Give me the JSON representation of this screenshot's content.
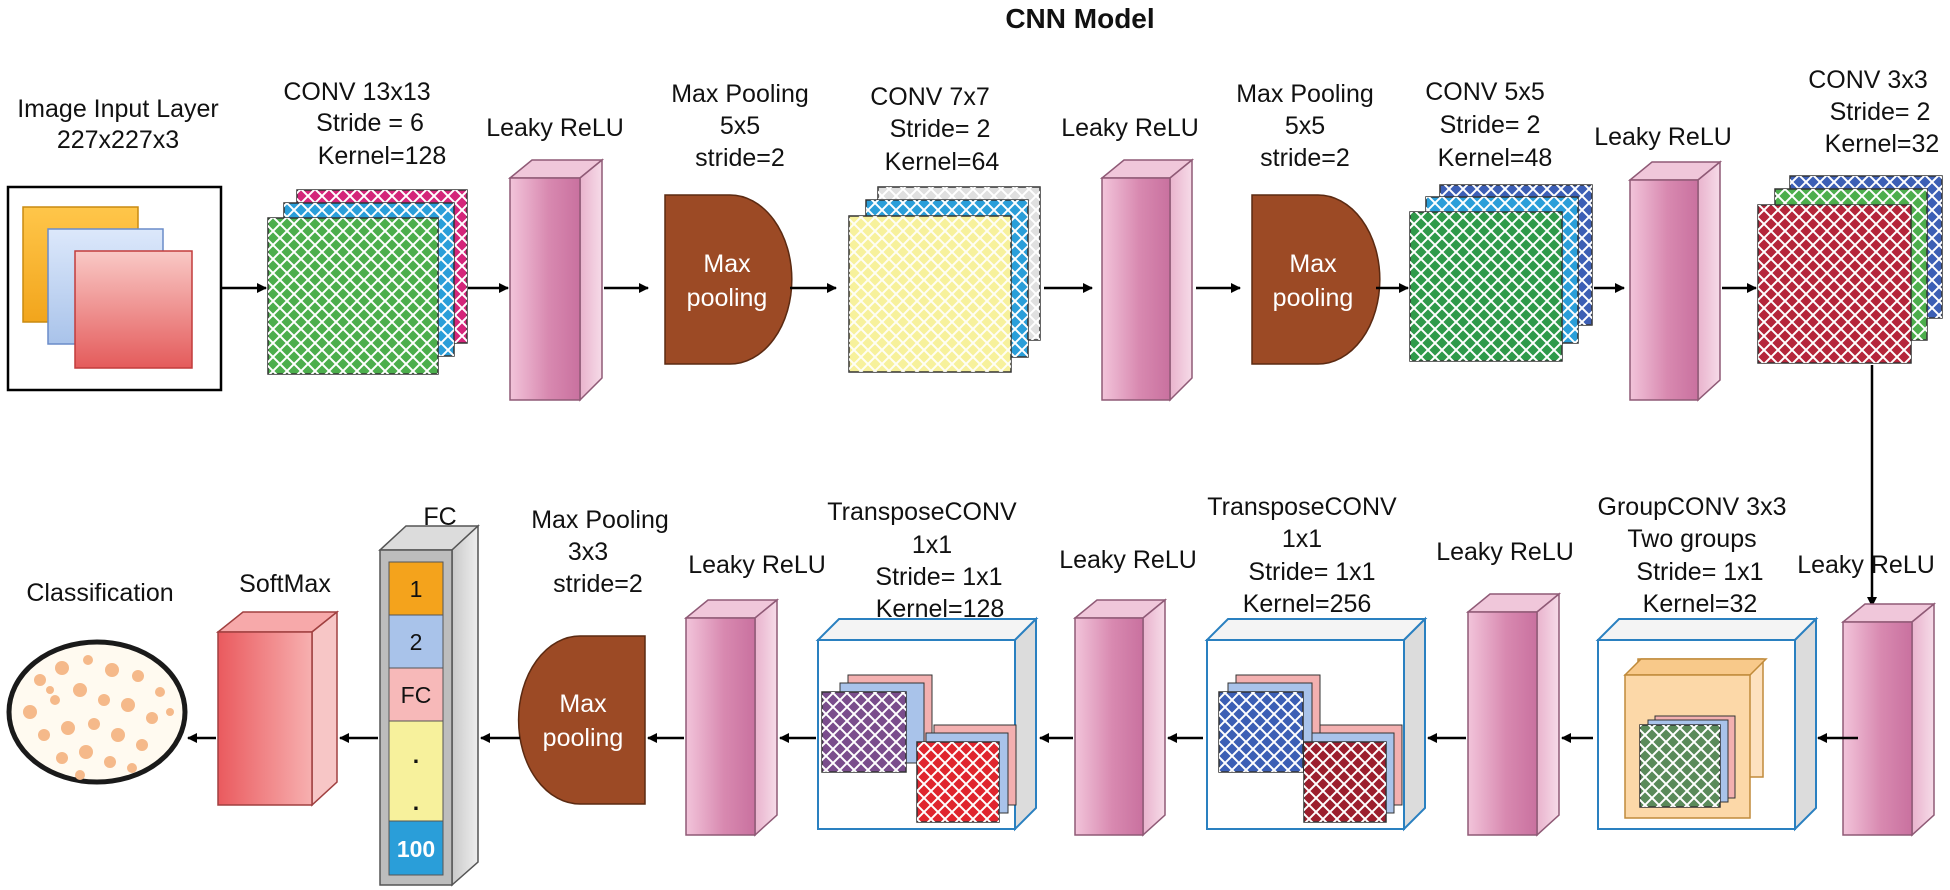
{
  "title": "CNN Model",
  "stages_top": {
    "input": [
      "Image Input Layer",
      "227x227x3"
    ],
    "conv1": [
      "CONV 13x13",
      "Stride = 6",
      "Kernel=128"
    ],
    "relu1": [
      "Leaky ReLU"
    ],
    "pool1": [
      "Max Pooling",
      "5x5",
      "stride=2"
    ],
    "conv2": [
      "CONV 7x7",
      "Stride= 2",
      "Kernel=64"
    ],
    "relu2": [
      "Leaky ReLU"
    ],
    "pool2": [
      "Max Pooling",
      "5x5",
      "stride=2"
    ],
    "conv3": [
      "CONV 5x5",
      "Stride= 2",
      "Kernel=48"
    ],
    "relu3": [
      "Leaky ReLU"
    ],
    "conv4": [
      "CONV 3x3",
      "Stride= 2",
      "Kernel=32"
    ]
  },
  "stages_bottom": {
    "relu4": [
      "Leaky ReLU"
    ],
    "groupconv": [
      "GroupCONV 3x3",
      "Two groups",
      "Stride= 1x1",
      "Kernel=32"
    ],
    "relu5": [
      "Leaky ReLU"
    ],
    "tconv1": [
      "TransposeCONV",
      "1x1",
      "Stride= 1x1",
      "Kernel=256"
    ],
    "relu6": [
      "Leaky ReLU"
    ],
    "tconv2": [
      "TransposeCONV",
      "1x1",
      "Stride= 1x1",
      "Kernel=128"
    ],
    "relu7": [
      "Leaky ReLU"
    ],
    "pool3": [
      "Max Pooling",
      "3x3",
      "stride=2"
    ],
    "fc": [
      "FC"
    ],
    "softmax": [
      "SoftMax"
    ],
    "classification": [
      "Classification"
    ]
  },
  "max_pooling_shape_label": [
    "Max",
    "pooling"
  ],
  "fc_cells": [
    "1",
    "2",
    "FC",
    ".",
    ".",
    "100"
  ],
  "colors": {
    "relu": "#e9a3c4",
    "pool": "#9c4a25",
    "grid_green": "#4cae4c",
    "grid_red": "#b5253a",
    "grid_blue": "#3c5fb5",
    "grid_yellow": "#f7f19c",
    "grid_purple": "#7a4d8c",
    "softmax": "#f07f80"
  }
}
